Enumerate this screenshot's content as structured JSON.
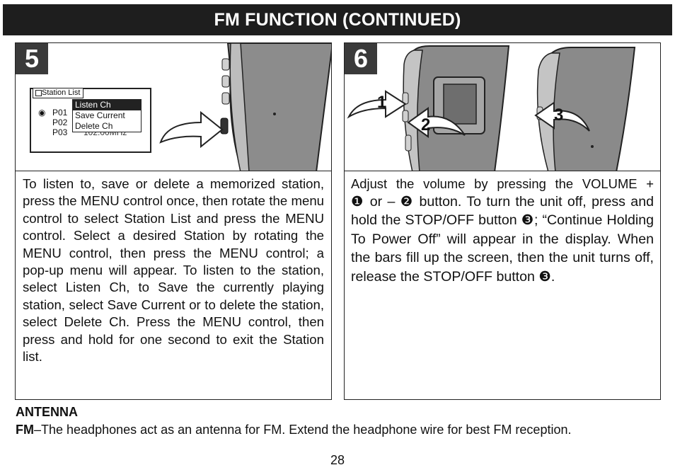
{
  "page": {
    "title": "FM FUNCTION (CONTINUED)",
    "page_number": "28"
  },
  "step5": {
    "number": "5",
    "screen": {
      "tab_label": "Station List",
      "rows": [
        "P01",
        "P02",
        "P03"
      ],
      "freq_partial": "102.00MHz",
      "popup": [
        "Listen Ch",
        "Save Current",
        "Delete Ch"
      ]
    },
    "text": "To listen to, save or delete a memorized station, press the MENU control once, then rotate the menu control to select Station List and press the MENU control. Select a desired Station by rotating the MENU control, then press the MENU control; a pop-up menu will appear. To listen to the station, select Listen Ch, to Save the currently playing station, select Save Current or to delete the station, select Delete Ch. Press the MENU control, then press and hold for one second to exit the Station list."
  },
  "step6": {
    "number": "6",
    "callouts": [
      "1",
      "2",
      "3"
    ],
    "text_line1": "Adjust the volume by pressing the VOLUME +",
    "text_line2": "❶ or – ❷ button. To turn the unit off, press and hold the STOP/OFF button ❸; “Continue Holding To Power Off” will appear in the display. When the bars fill up the screen, then the unit turns off, release the STOP/OFF button ❸."
  },
  "antenna": {
    "heading": "ANTENNA",
    "label": "FM",
    "text": "–The headphones act as an antenna for FM. Extend the headphone wire for best FM reception."
  }
}
